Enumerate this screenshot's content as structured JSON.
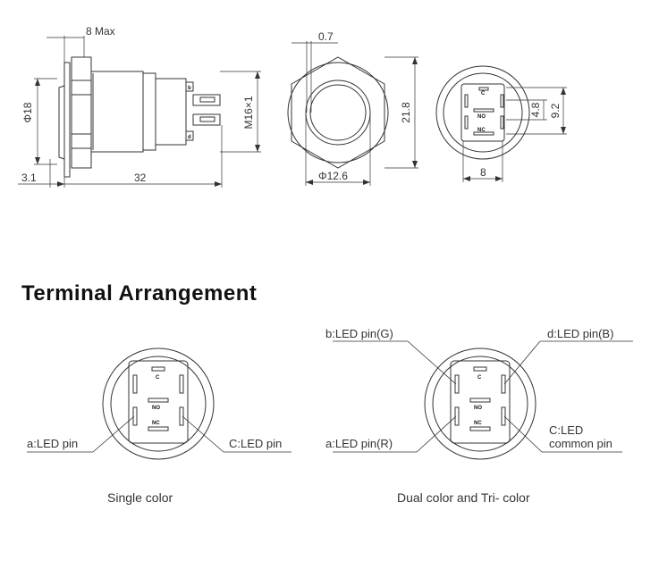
{
  "dims": {
    "max_flange": "8 Max",
    "dia_18": "Φ18",
    "thread": "M16×1",
    "d_3_1": "3.1",
    "d_32": "32",
    "d_0_7": "0.7",
    "d_21_8": "21.8",
    "dia_12_6": "Φ12.6",
    "d_4_8": "4.8",
    "d_9_2": "9.2",
    "d_8": "8"
  },
  "pins": {
    "c": "C",
    "no": "NO",
    "nc": "NC",
    "b": "b",
    "d": "d"
  },
  "section": {
    "title": "Terminal Arrangement"
  },
  "single": {
    "label_a": "a:LED pin",
    "label_c": "C:LED pin",
    "caption": "Single color"
  },
  "dual": {
    "label_b": "b:LED pin(G)",
    "label_d": "d:LED pin(B)",
    "label_a": "a:LED pin(R)",
    "label_c1": "C:LED",
    "label_c2": "common pin",
    "caption": "Dual color and Tri- color"
  },
  "colors": {
    "line": "#333333",
    "background": "#ffffff"
  }
}
